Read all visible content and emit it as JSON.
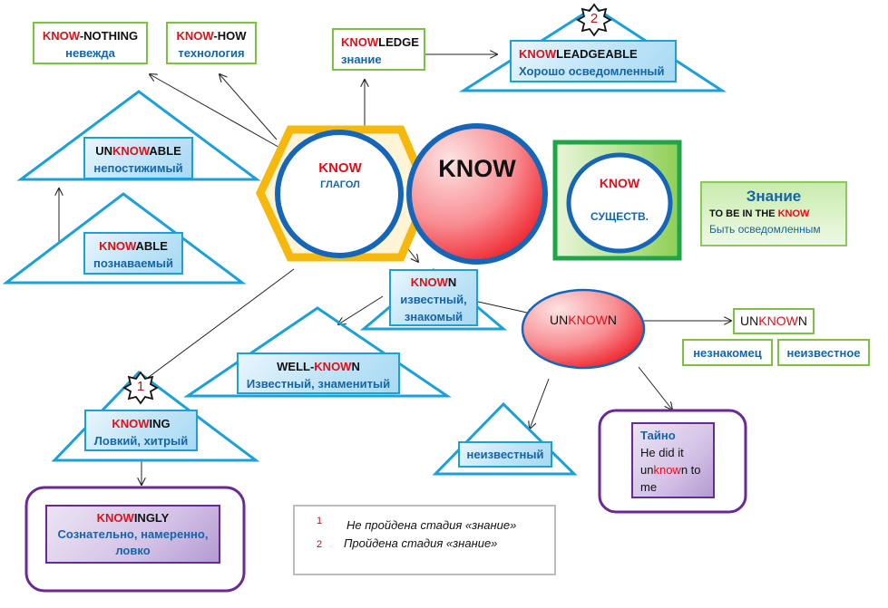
{
  "colors": {
    "root_accent": "#e0101a",
    "translation_blue": "#1565a8",
    "green_border": "#7dc142",
    "triangle_blue": "#1ba1d8",
    "hexagon_yellow": "#f6b80d",
    "circle_blue": "#1566b8",
    "purple": "#6a2a96"
  },
  "center": {
    "label": "KNOW"
  },
  "verb_node": {
    "root": "KNOW",
    "sub": "ГЛАГОЛ"
  },
  "noun_node": {
    "root": "KNOW",
    "sub": "СУЩЕСТВ."
  },
  "noun_meaning": {
    "title": "Знание",
    "idiom_prefix": "TO BE IN THE ",
    "idiom_root": "KNOW",
    "translation": "Быть осведомленным"
  },
  "nodes": {
    "know_nothing": {
      "root": "KNOW",
      "suffix": "-NOTHING",
      "translation": "невежда"
    },
    "know_how": {
      "root": "KNOW",
      "suffix": "-HOW",
      "translation": "технология"
    },
    "knowledge": {
      "root": "KNOW",
      "suffix": "LEDGE",
      "translation": "знание"
    },
    "knowleadgeable": {
      "root": "KNOW",
      "suffix": "LEADGEABLE",
      "translation": "Хорошо осведомленный",
      "badge": "2"
    },
    "unknowable": {
      "prefix": "UN",
      "root": "KNOW",
      "suffix": "ABLE",
      "translation": "непостижимый"
    },
    "knowable": {
      "root": "KNOW",
      "suffix": "ABLE",
      "translation": "познаваемый"
    },
    "known": {
      "root": "KNOW",
      "suffix": "N",
      "translation_1": "известный,",
      "translation_2": "знакомый"
    },
    "well_known": {
      "prefix": "WELL-",
      "root": "KNOW",
      "suffix": "N",
      "translation": "Известный, знаменитый"
    },
    "unknown_ellipse": {
      "prefix": "UN",
      "root": "KNOW",
      "suffix": "N"
    },
    "unknown_noun": {
      "prefix": "UN",
      "root": "KNOW",
      "suffix": "N",
      "meanings": [
        "незнакомец",
        "неизвестное"
      ]
    },
    "unknown_adj": {
      "translation": "неизвестный"
    },
    "unknown_adv": {
      "title": "Тайно",
      "line1": "He did it",
      "line2_prefix": "un",
      "line2_root": "know",
      "line2_suffix": "n to",
      "line3": "me"
    },
    "knowing": {
      "root": "KNOW",
      "suffix": "ING",
      "translation": "Ловкий, хитрый",
      "badge": "1"
    },
    "knowingly": {
      "root": "KNOW",
      "suffix": "INGLY",
      "translation_1": "Сознательно, намеренно,",
      "translation_2": "ловко"
    }
  },
  "legend": {
    "items": [
      {
        "badge": "1",
        "text": "Не пройдена стадия «знание»"
      },
      {
        "badge": "2",
        "text": "Пройдена стадия «знание»"
      }
    ]
  }
}
